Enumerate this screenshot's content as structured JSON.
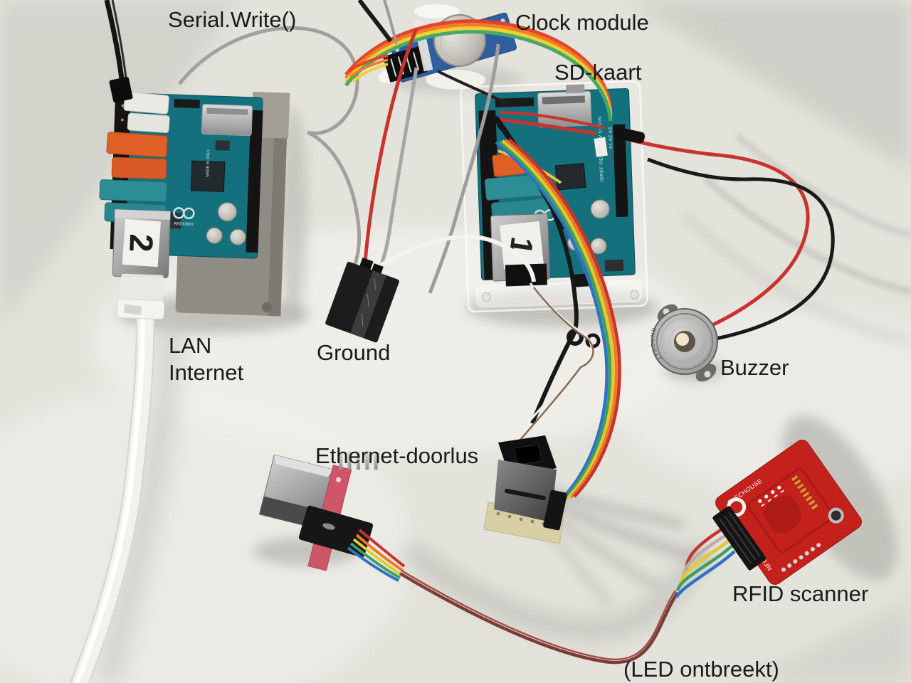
{
  "annotations": {
    "serial_write": "Serial.Write()",
    "clock_module": "Clock module",
    "sd_kaart": "SD-kaart",
    "lan_line1": "LAN",
    "lan_line2": "Internet",
    "ground": "Ground",
    "buzzer": "Buzzer",
    "ethernet_doorlus": "Ethernet-doorlus",
    "rfid_scanner": "RFID scanner",
    "led_ontbreekt": "(LED ontbreekt)"
  },
  "components": {
    "left_arduino": {
      "sticker_number": "2",
      "logo_text": "ARDUINO",
      "made_in": "MADE IN ITALY"
    },
    "right_arduino": {
      "sticker_number": "1",
      "pin_labels_power": "IOREF RESET 3.3V 5V VIN",
      "pin_labels_analog": "A1 A2 A3"
    },
    "rfid": {
      "brand": "ELECHOUSE",
      "model": "NFC MODULE V3"
    },
    "buzzer": {
      "rim_text": "ZYSOUND"
    }
  },
  "colors": {
    "background": "#e3e2db",
    "label_text": "#1a1a1a",
    "pcb_teal": "#15707d",
    "clock_pcb_blue": "#2f5f9c",
    "rfid_red": "#c4211c",
    "breakout_pink": "#cf5668",
    "wire_red": "#c8332e",
    "wire_orange": "#e87c27",
    "wire_yellow": "#e4c832",
    "wire_green": "#3f9e62",
    "wire_blue": "#2f72c4",
    "wire_maroon": "#7c3c36",
    "wire_gray": "#9d9d9d",
    "lan_cable_white": "#f2f1ec"
  }
}
